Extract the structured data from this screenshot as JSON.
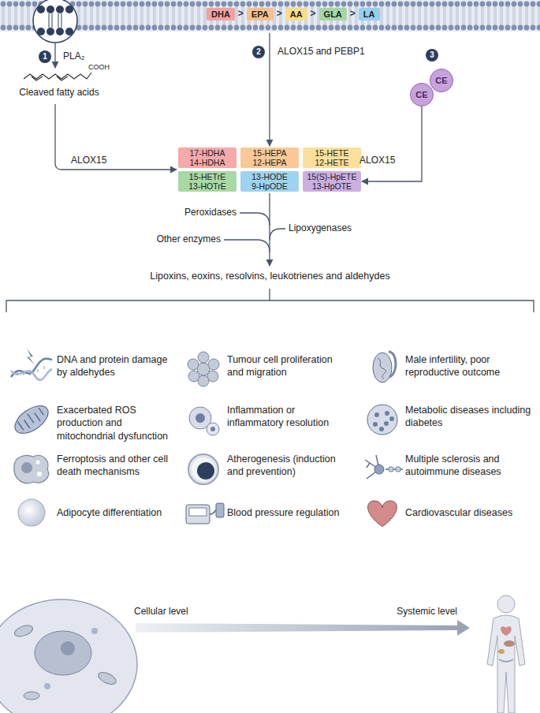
{
  "diagram": {
    "nodes": [
      {
        "text": [
          "DHA"
        ]
      },
      {
        "text": [
          "EPA"
        ]
      },
      {
        "text": [
          "AA"
        ]
      },
      {
        "text": [
          "GLA"
        ]
      },
      {
        "text": [
          "LA"
        ]
      },
      {
        "text": [
          "CE"
        ]
      },
      {
        "text": [
          "CE"
        ]
      },
      {
        "text": [
          "17-HDHA",
          "14-HDHA"
        ]
      },
      {
        "text": [
          "15-HEPA",
          "12-HEPA"
        ]
      },
      {
        "text": [
          "15-HETE",
          "12-HETE"
        ]
      },
      {
        "text": [
          "15-HETrE",
          "13-HOTrE"
        ]
      },
      {
        "text": [
          "13-HODE",
          "9-HpODE"
        ]
      },
      {
        "text": [
          "15(S)-HpETE",
          "13-HpOTE"
        ]
      }
    ],
    "edges": [
      {
        "from": 5,
        "to": 12,
        "arrow": "to"
      }
    ],
    "labels": [
      ">",
      ">",
      ">",
      ">",
      "1",
      "PLA₂",
      "COOH",
      "Cleaved fatty acids",
      "ALOX15",
      "2",
      "ALOX15 and PEBP1",
      "3",
      "ALOX15",
      "Peroxidases",
      "Lipoxygenases",
      "Other enzymes",
      "Lipoxins, eoxins, resolvins, leukotrienes and aldehydes",
      "DNA and protein damage by aldehydes",
      "Tumour cell proliferation and migration",
      "Male infertility, poor reproductive outcome",
      "Exacerbated ROS production and mitochondrial dysfunction",
      "Inflammation or inflammatory resolution",
      "Metabolic diseases including diabetes",
      "Ferroptosis and other cell death mechanisms",
      "Atherogenesis (induction and prevention)",
      "Multiple sclerosis and autoimmune diseases",
      "Adipocyte differentiation",
      "Blood pressure regulation",
      "Cardiovascular diseases",
      "Cellular level",
      "Systemic level"
    ]
  }
}
